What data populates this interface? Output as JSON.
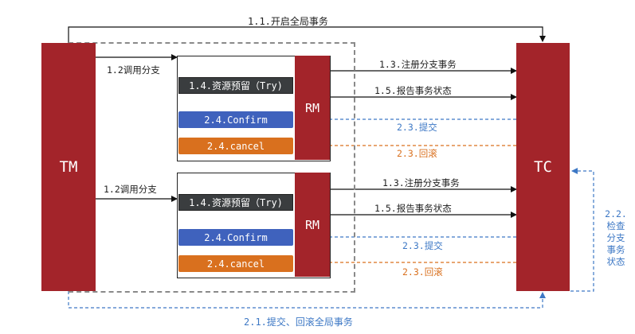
{
  "tm_label": "TM",
  "tc_label": "TC",
  "top_arrow_label": "1.1.开启全局事务",
  "bottom_arrow_label": "2.1.提交、回滚全局事务",
  "check_status_label": [
    "2.2.",
    "检查",
    "分支",
    "事务",
    "状态"
  ],
  "branches": [
    {
      "call_label": "1.2调用分支",
      "rm_label": "RM",
      "try_label": "1.4.资源预留（Try)",
      "confirm_label": "2.4.Confirm",
      "cancel_label": "2.4.cancel",
      "register_label": "1.3.注册分支事务",
      "report_label": "1.5.报告事务状态",
      "commit_label": "2.3.提交",
      "rollback_label": "2.3.回滚"
    },
    {
      "call_label": "1.2调用分支",
      "rm_label": "RM",
      "try_label": "1.4.资源预留（Try)",
      "confirm_label": "2.4.Confirm",
      "cancel_label": "2.4.cancel",
      "register_label": "1.3.注册分支事务",
      "report_label": "1.5.报告事务状态",
      "commit_label": "2.3.提交",
      "rollback_label": "2.3.回滚"
    }
  ],
  "colors": {
    "block": "#a3242a",
    "confirm": "#3f62bd",
    "cancel": "#d9701e",
    "commit_line": "#3d78c5",
    "rollback_line": "#d9701e"
  }
}
